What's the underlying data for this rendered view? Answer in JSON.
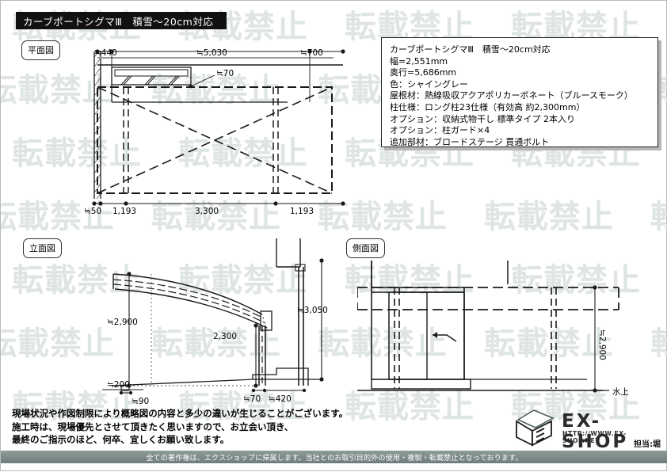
{
  "title": "カーブポートシグマⅢ　積雪～20cm対応",
  "spec": {
    "lines": [
      "カーブポートシグマⅢ　積雪～20cm対応",
      "幅=2,551mm",
      "奥行=5,686mm",
      "色：シャイングレー",
      "屋根材：熱線吸収アクアポリカーボネート（ブルースモーク）",
      "柱仕様：ロング柱23仕様（有効高 約2,300mm）",
      "オプション：収納式物干し 標準タイプ 2本入り",
      "オプション：柱ガード×4",
      "追加部材：ブロードステージ 貫通ボルト"
    ]
  },
  "views": {
    "plan": {
      "label": "平面図",
      "dims_top": [
        "≒440",
        "≒5,030",
        "≒700"
      ],
      "dim_leader": "≒70",
      "dims_bottom": [
        "≒50",
        "1,193",
        "3,300",
        "1,193"
      ]
    },
    "elevation": {
      "label": "立面図",
      "dim_height_left": "≒2,900",
      "dim_height_inner": "2,300",
      "dim_height_right": "≒3,050",
      "dim_base_left": "≒200",
      "dim_foot_left": "≒90",
      "dim_foot_a": "≒70",
      "dim_foot_b": "≒420"
    },
    "side": {
      "label": "側面図",
      "dim_height": "≒2,900",
      "ground_label": "水上"
    }
  },
  "notice": {
    "lines": [
      "現場状況や作図制限により概略図の内容と多少の違いが生じることがございます。",
      "施工時は、現場優先とさせて頂きたく思いますので、お立会い頂き、",
      "最終のご指示のほど、何卒、宜しくお願い致します。"
    ]
  },
  "logo": {
    "brand": "EX-SHOP",
    "url": "HTTP://WWW.EX-SHOP.NET",
    "tanto": "担当:堀"
  },
  "copyright": "全ての著作権は、エクスショップに帰属します。当社とのお取引目的外の使用・複製・転載禁止となっております。",
  "watermark": {
    "text": "転載禁止",
    "rows": 7,
    "cols": 5
  },
  "colors": {
    "line": "#1a1a1a",
    "watermark": "#dfe4e4",
    "title_bg": "#111111",
    "bar_bg": "#7c8a88"
  }
}
